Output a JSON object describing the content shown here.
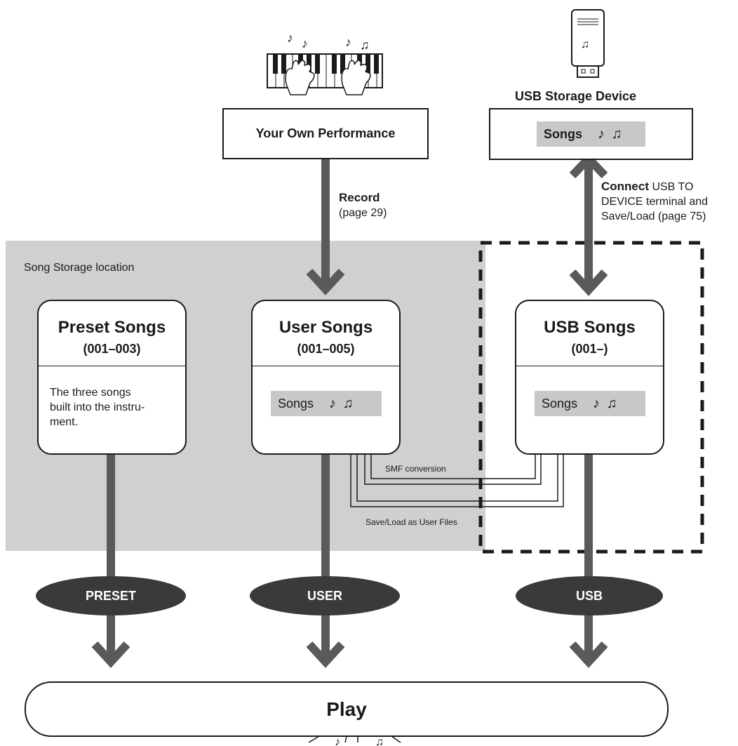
{
  "storage_label": "Song Storage location",
  "performance": {
    "label": "Your Own Performance"
  },
  "usb_device": {
    "label": "USB Storage Device",
    "songs_chip": "Songs",
    "notes_glyph": "♪ ♫"
  },
  "record": {
    "title": "Record",
    "page": "(page 29)"
  },
  "connect": {
    "title": "Connect",
    "line1_rest": " USB TO",
    "line2": "DEVICE terminal and",
    "line3": "Save/Load (page 75)"
  },
  "cards": {
    "preset": {
      "title": "Preset Songs",
      "range": "(001–003)",
      "desc_line1": "The three songs",
      "desc_line2": "built into the instru-",
      "desc_line3": "ment."
    },
    "user": {
      "title": "User Songs",
      "range": "(001–005)",
      "songs_chip": "Songs",
      "notes_glyph": "♪ ♫"
    },
    "usb": {
      "title": "USB Songs",
      "range": "(001–)",
      "songs_chip": "Songs",
      "notes_glyph": "♪ ♫"
    }
  },
  "transfers": {
    "smf": "SMF conversion",
    "save_load": "Save/Load as User Files"
  },
  "modes": {
    "preset": "PRESET",
    "user": "USER",
    "usb": "USB"
  },
  "play": {
    "label": "Play"
  },
  "colors": {
    "storage_bg": "#d0d0d0",
    "arrow": "#5a5a5a",
    "oval": "#3a3a3a",
    "chip": "#c8c8c8"
  }
}
